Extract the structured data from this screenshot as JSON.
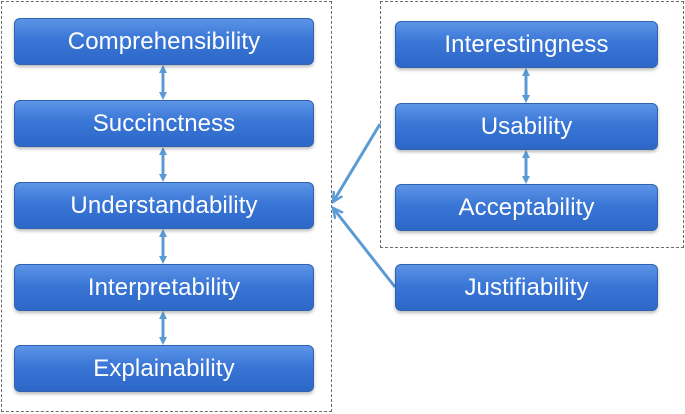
{
  "left_group": {
    "items": [
      {
        "label": "Comprehensibility"
      },
      {
        "label": "Succinctness"
      },
      {
        "label": "Understandability"
      },
      {
        "label": "Interpretability"
      },
      {
        "label": "Explainability"
      }
    ]
  },
  "right_group": {
    "items": [
      {
        "label": "Interestingness"
      },
      {
        "label": "Usability"
      },
      {
        "label": "Acceptability"
      }
    ]
  },
  "standalone": {
    "label": "Justifiability"
  },
  "colors": {
    "box_fill": "#3a76d6",
    "box_border": "#2f63b0",
    "connector": "#5b9bd5",
    "dashed_border": "#6b6b6b",
    "text": "#ffffff"
  }
}
